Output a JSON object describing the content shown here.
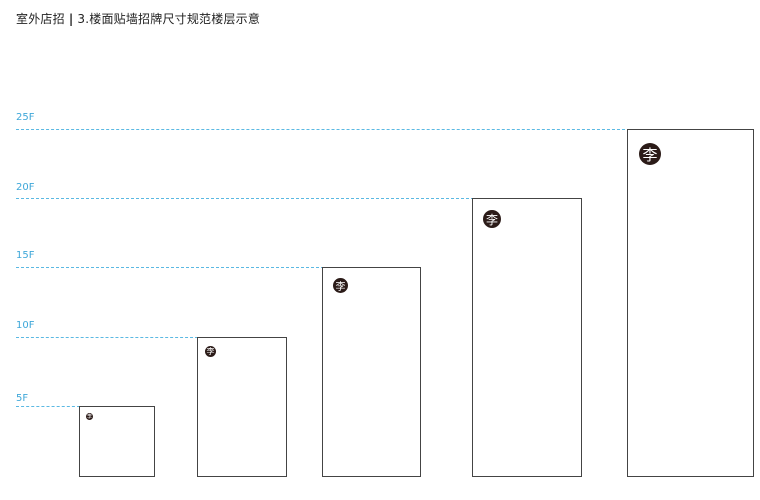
{
  "title": {
    "category": "室外店招",
    "separator": "|",
    "subtitle": "3.楼面贴墙招牌尺寸规范楼层示意"
  },
  "floors": [
    {
      "label": "5F"
    },
    {
      "label": "10F"
    },
    {
      "label": "15F"
    },
    {
      "label": "20F"
    },
    {
      "label": "25F"
    }
  ],
  "logo": {
    "glyph": "李"
  },
  "colors": {
    "guide_line": "#5bb9e3",
    "floor_label": "#3ea7d9",
    "building_border": "#444444",
    "logo_bg": "#2b1b18"
  }
}
